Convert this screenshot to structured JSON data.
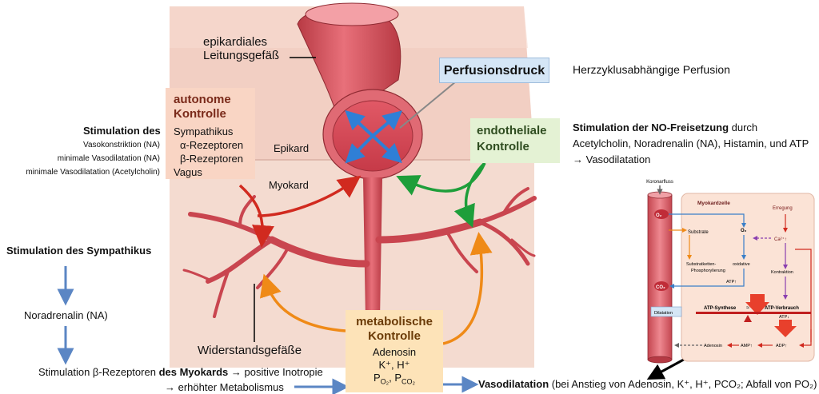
{
  "illustration": {
    "epicardial_label_1": "epikardiales",
    "epicardial_label_2": "Leitungsgefäß",
    "epikard": "Epikard",
    "myokard": "Myokard",
    "resistance": "Widerstandsgefäße",
    "perfusion_box": "Perfusionsdruck"
  },
  "autonomic": {
    "title_1": "autonome",
    "title_2": "Kontrolle",
    "lines": [
      "Sympathikus",
      "α-Rezeptoren",
      "β-Rezeptoren",
      "Vagus"
    ]
  },
  "endothelial": {
    "title_1": "endotheliale",
    "title_2": "Kontrolle"
  },
  "metabolic": {
    "title_1": "metabolische",
    "title_2": "Kontrolle",
    "line_1": "Adenosin",
    "line_2": "K⁺, H⁺",
    "line_3": "P",
    "line_3_sub_a": "O₂",
    "line_3_sep": ", P",
    "line_3_sub_b": "CO₂"
  },
  "left_text": {
    "stim_title": "Stimulation des",
    "stim_lines": [
      "Vasokonstriktion (NA)",
      "minimale Vasodilatation (NA)",
      "minimale Vasodilatation (Acetylcholin)"
    ],
    "sympathikus": "Stimulation des Sympathikus",
    "noradrenalin": "Noradrenalin (NA)",
    "beta_pre": "Stimulation β-Rezeptoren ",
    "beta_bold": "des Myokards",
    "beta_post": " → positive Inotropie",
    "metab": "→ erhöhter Metabolismus"
  },
  "right_text": {
    "herz": "Herzzyklusabhängige Perfusion",
    "no_bold": "Stimulation der NO-Freisetzung",
    "no_rest": " durch",
    "no_line2": "Acetylcholin, Noradrenalin (NA), Histamin, und ATP",
    "no_line3": "→ Vasodilatation",
    "vaso_bold": "Vasodilatation",
    "vaso_rest": " (bei Anstieg von Adenosin, K⁺, H⁺, PCO₂; Abfall von PO₂)"
  },
  "inset": {
    "koronarfluss": "Koronarfluss",
    "myokardzelle": "Myokardzelle",
    "erregung": "Erregung",
    "o2_vessel": "O₂",
    "o2_cell": "O₂",
    "substrate": "Substrate",
    "ca": "Ca²⁺↑",
    "phos_1": "Substratketten-",
    "phos_2": "Phosphorylierung",
    "oxid_1": "oxidative",
    "kontraktion": "Kontraktion",
    "atp_up": "ATP↑",
    "co2": "CO₂",
    "atp_synthese": "ATP-Synthese",
    "approx": "≈",
    "atp_verbrauch": "ATP-Verbrauch",
    "dilatation": "Dilatation",
    "atp_down": "ATP↓",
    "adenosin": "Adenosin",
    "amp": "AMP↑",
    "adp": "ADP↑"
  },
  "colors": {
    "vessel": "#d9505a",
    "tissue": "#f0cfc4",
    "autonomic_box": "#f9d5c4",
    "endothelial_box": "#e4f2d4",
    "metabolic_box": "#fde3b8",
    "perfusion_box": "#d5e6f6",
    "red_arrow": "#d12a1f",
    "green_arrow": "#1e9e3a",
    "orange_arrow": "#ef8a17",
    "blue_arrow": "#5b86c4"
  }
}
